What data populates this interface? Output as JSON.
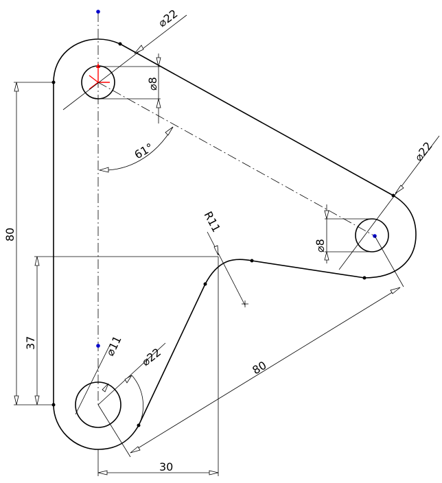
{
  "dimensions": {
    "dia_top_outer": "⌀22",
    "dia_top_hole": "⌀8",
    "dia_right_outer": "⌀22",
    "dia_right_hole": "⌀8",
    "dia_bottom_hole": "⌀11",
    "dia_bottom_outer": "⌀22",
    "radius_fillet": "R11",
    "angle": "61°",
    "len_left_vertical": "80",
    "len_left_37": "37",
    "len_diagonal": "80",
    "len_bottom_30": "30"
  },
  "colors": {
    "geometry": "#000000",
    "origin_axes": "#ff0000",
    "center_points": "#0000cc",
    "background": "#ffffff"
  }
}
